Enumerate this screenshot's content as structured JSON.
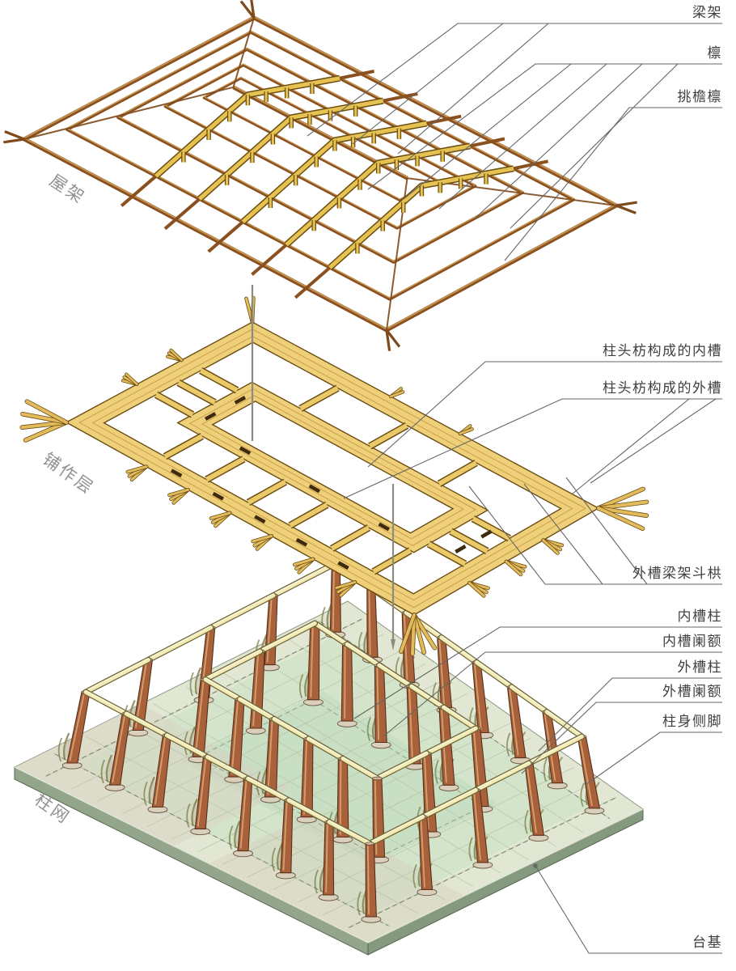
{
  "diagram": {
    "type": "exploded-isometric-timber-structure",
    "layers": [
      {
        "id": "roof-frame",
        "name": "屋架"
      },
      {
        "id": "bracket-layer",
        "name": "铺作层"
      },
      {
        "id": "column-grid",
        "name": "柱网"
      }
    ],
    "callouts": [
      {
        "id": "liangjia",
        "label": "梁架"
      },
      {
        "id": "lin",
        "label": "檩"
      },
      {
        "id": "tiaoyanlin",
        "label": "挑檐檩"
      },
      {
        "id": "neicao",
        "label": "柱头枋构成的内槽"
      },
      {
        "id": "waicao",
        "label": "柱头枋构成的外槽"
      },
      {
        "id": "dougong",
        "label": "外槽梁架斗栱"
      },
      {
        "id": "neicaozhu",
        "label": "内槽柱"
      },
      {
        "id": "neicaolane",
        "label": "内槽阑额"
      },
      {
        "id": "waicaozhu",
        "label": "外槽柱"
      },
      {
        "id": "waicaolane",
        "label": "外槽阑额"
      },
      {
        "id": "cejiao",
        "label": "柱身侧脚"
      },
      {
        "id": "taiji",
        "label": "台基"
      }
    ],
    "colors": {
      "purlin_brown": "#8a501f",
      "purlin_highlight": "#c99a55",
      "truss_yellow": "#e5c252",
      "truss_outline": "#6b4d10",
      "bracket_gold": "#efd07a",
      "bracket_shadow": "#c89a3e",
      "bracket_outline": "#6d4d12",
      "mortise_dark": "#3e2b0d",
      "column_brown": "#a8613a",
      "column_outline": "#58301a",
      "column_highlight": "#dcab77",
      "plinth": "#d9cfba",
      "beam_pale": "#f2ecb4",
      "beam_outline": "#6f653a",
      "platform_top": "#e2e7d4",
      "platform_tint": "#cde1c5",
      "platform_side": "#93a68c",
      "platform_side_dark": "#84997e",
      "grass_olive": "#7d7a45",
      "grass_tan": "#9a8750",
      "leader": "#666666",
      "label_text": "#3f3f3f",
      "layer_label": "#919191"
    }
  }
}
